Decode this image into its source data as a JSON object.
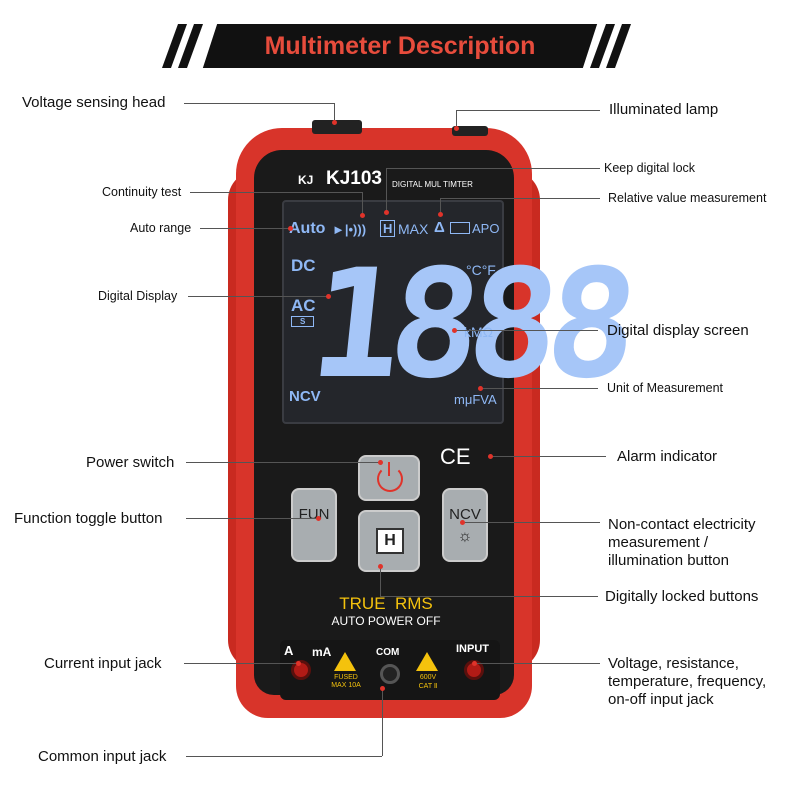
{
  "title": "Multimeter Description",
  "labels": {
    "voltage_sensing_head": "Voltage sensing head",
    "illuminated_lamp": "Illuminated lamp",
    "keep_digital_lock": "Keep digital lock",
    "continuity_test": "Continuity test",
    "relative_value": "Relative value measurement",
    "auto_range": "Auto range",
    "digital_display": "Digital Display",
    "digital_display_screen": "Digital display screen",
    "unit_of_measurement": "Unit of Measurement",
    "power_switch": "Power switch",
    "alarm_indicator": "Alarm indicator",
    "function_toggle": "Function toggle button",
    "ncv_line1": "Non-contact electricity",
    "ncv_line2": "measurement /",
    "ncv_line3": "illumination button",
    "digitally_locked": "Digitally locked buttons",
    "current_input": "Current input jack",
    "voltage_line1": "Voltage, resistance,",
    "voltage_line2": "temperature, frequency,",
    "voltage_line3": "on-off input jack",
    "common_input": "Common input jack"
  },
  "device": {
    "brand": "KJ",
    "model": "KJ103",
    "model_sub": "DIGITAL MUL TIMTER",
    "screen": {
      "auto": "Auto",
      "icons_row": "►|•))) ",
      "hold": "H",
      "max": "MAX",
      "delta": "Δ",
      "apo": "APO",
      "dc": "DC",
      "ac": "AC",
      "s": "S",
      "ncv": "NCV",
      "digits": "1888",
      "temp_unit": "°C°F",
      "ohm_unit": "kMΩ",
      "units_bottom": "mμFVA"
    },
    "ce": "CE",
    "buttons": {
      "fun": "FUN",
      "hold": "H",
      "ncv": "NCV"
    },
    "true_rms": "TRUE  RMS",
    "auto_power_off": "AUTO POWER OFF",
    "jacks": {
      "a": "A",
      "ma": "mA",
      "com": "COM",
      "input": "INPUT",
      "fused_line1": "FUSED",
      "fused_line2": "MAX 10A",
      "cat_line1": "600V",
      "cat_line2": "CAT Ⅱ"
    }
  },
  "colors": {
    "accent": "#e74c3c",
    "body_red": "#d8342a",
    "lcd_blue": "#8fb8f5"
  }
}
